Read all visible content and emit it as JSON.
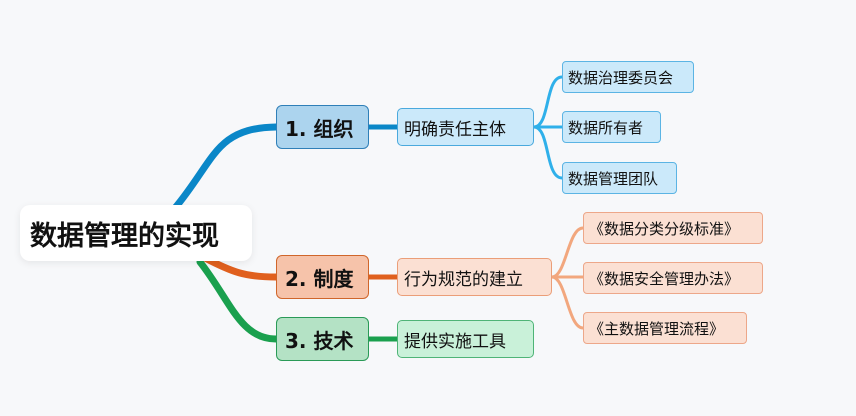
{
  "root": {
    "label": "数据管理的实现"
  },
  "branches": [
    {
      "label": "1. 组织",
      "color": "#0a87c8",
      "child": {
        "label": "明确责任主体",
        "color": "#2fb0ea",
        "leaves": [
          "数据治理委员会",
          "数据所有者",
          "数据管理团队"
        ]
      }
    },
    {
      "label": "2. 制度",
      "color": "#e0601e",
      "child": {
        "label": "行为规范的建立",
        "color": "#f2a77e",
        "leaves": [
          "《数据分类分级标准》",
          "《数据安全管理办法》",
          "《主数据管理流程》"
        ]
      }
    },
    {
      "label": "3. 技术",
      "color": "#1aa04e",
      "child": {
        "label": "提供实施工具",
        "color": "#33c46e",
        "leaves": []
      }
    }
  ]
}
